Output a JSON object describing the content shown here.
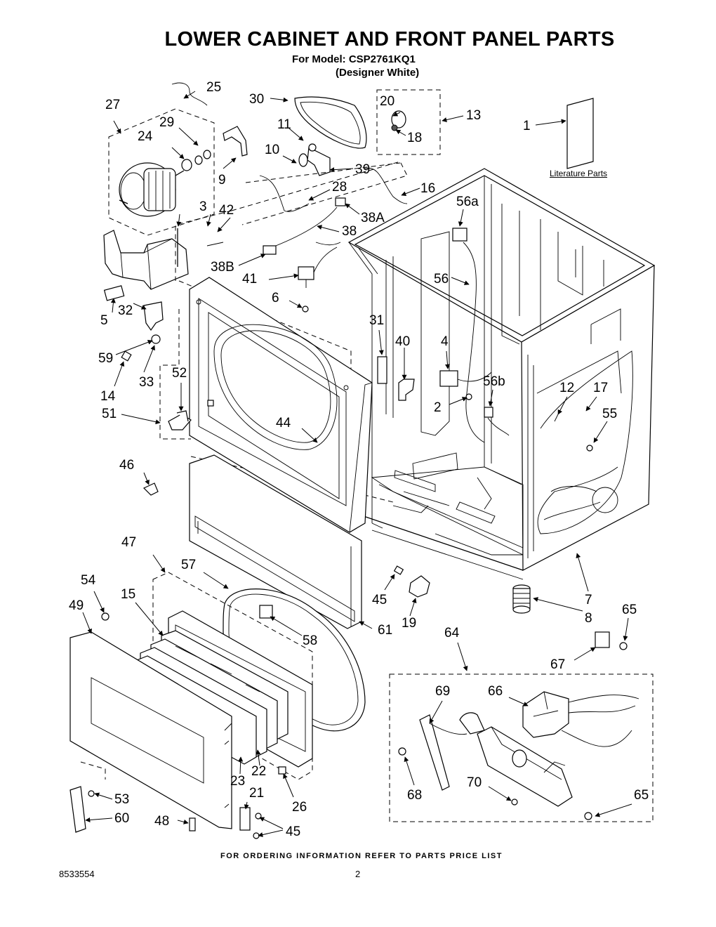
{
  "header": {
    "title": "LOWER CABINET AND FRONT PANEL PARTS",
    "model_line": "For Model: CSP2761KQ1",
    "color_line": "(Designer White)"
  },
  "diagram": {
    "literature_label": "Literature Parts",
    "callouts": [
      {
        "id": "c1",
        "text": "1"
      },
      {
        "id": "c2",
        "text": "2"
      },
      {
        "id": "c3",
        "text": "3"
      },
      {
        "id": "c4",
        "text": "4"
      },
      {
        "id": "c5",
        "text": "5"
      },
      {
        "id": "c6",
        "text": "6"
      },
      {
        "id": "c7",
        "text": "7"
      },
      {
        "id": "c8",
        "text": "8"
      },
      {
        "id": "c9",
        "text": "9"
      },
      {
        "id": "c10",
        "text": "10"
      },
      {
        "id": "c11",
        "text": "11"
      },
      {
        "id": "c12",
        "text": "12"
      },
      {
        "id": "c13",
        "text": "13"
      },
      {
        "id": "c14",
        "text": "14"
      },
      {
        "id": "c15",
        "text": "15"
      },
      {
        "id": "c16",
        "text": "16"
      },
      {
        "id": "c17",
        "text": "17"
      },
      {
        "id": "c18",
        "text": "18"
      },
      {
        "id": "c19",
        "text": "19"
      },
      {
        "id": "c20",
        "text": "20"
      },
      {
        "id": "c21",
        "text": "21"
      },
      {
        "id": "c22",
        "text": "22"
      },
      {
        "id": "c23",
        "text": "23"
      },
      {
        "id": "c24",
        "text": "24"
      },
      {
        "id": "c25",
        "text": "25"
      },
      {
        "id": "c26",
        "text": "26"
      },
      {
        "id": "c27",
        "text": "27"
      },
      {
        "id": "c28",
        "text": "28"
      },
      {
        "id": "c29",
        "text": "29"
      },
      {
        "id": "c30",
        "text": "30"
      },
      {
        "id": "c31",
        "text": "31"
      },
      {
        "id": "c32",
        "text": "32"
      },
      {
        "id": "c33",
        "text": "33"
      },
      {
        "id": "c38",
        "text": "38"
      },
      {
        "id": "c38A",
        "text": "38A"
      },
      {
        "id": "c38B",
        "text": "38B"
      },
      {
        "id": "c39",
        "text": "39"
      },
      {
        "id": "c40",
        "text": "40"
      },
      {
        "id": "c41",
        "text": "41"
      },
      {
        "id": "c42",
        "text": "42"
      },
      {
        "id": "c44",
        "text": "44"
      },
      {
        "id": "c45a",
        "text": "45"
      },
      {
        "id": "c45b",
        "text": "45"
      },
      {
        "id": "c46",
        "text": "46"
      },
      {
        "id": "c47",
        "text": "47"
      },
      {
        "id": "c48",
        "text": "48"
      },
      {
        "id": "c49",
        "text": "49"
      },
      {
        "id": "c51",
        "text": "51"
      },
      {
        "id": "c52",
        "text": "52"
      },
      {
        "id": "c53",
        "text": "53"
      },
      {
        "id": "c54",
        "text": "54"
      },
      {
        "id": "c55",
        "text": "55"
      },
      {
        "id": "c56",
        "text": "56"
      },
      {
        "id": "c56a",
        "text": "56a"
      },
      {
        "id": "c56b",
        "text": "56b"
      },
      {
        "id": "c57",
        "text": "57"
      },
      {
        "id": "c58",
        "text": "58"
      },
      {
        "id": "c59",
        "text": "59"
      },
      {
        "id": "c60",
        "text": "60"
      },
      {
        "id": "c61",
        "text": "61"
      },
      {
        "id": "c64",
        "text": "64"
      },
      {
        "id": "c65a",
        "text": "65"
      },
      {
        "id": "c65b",
        "text": "65"
      },
      {
        "id": "c66",
        "text": "66"
      },
      {
        "id": "c67",
        "text": "67"
      },
      {
        "id": "c68",
        "text": "68"
      },
      {
        "id": "c69",
        "text": "69"
      },
      {
        "id": "c70",
        "text": "70"
      }
    ]
  },
  "footer": {
    "ordering_note": "FOR ORDERING INFORMATION REFER TO PARTS PRICE LIST",
    "document_number": "8533554",
    "page_number": "2"
  }
}
